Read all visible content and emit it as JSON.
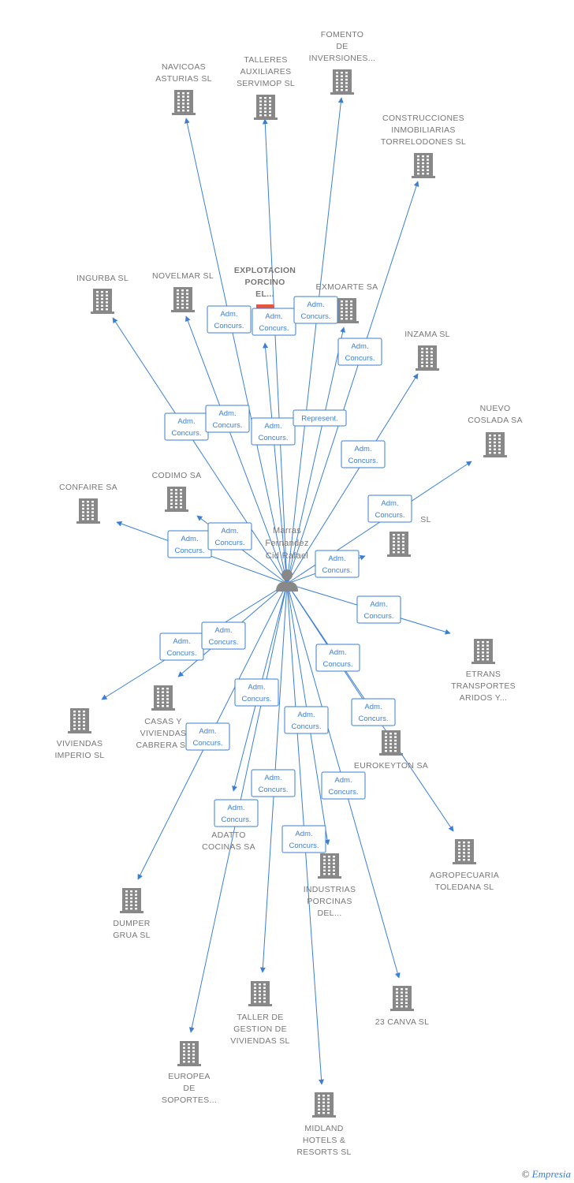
{
  "colors": {
    "edge": "#3a7fd6",
    "icon": "#888888",
    "label": "#777777",
    "highlight": "#e8543a"
  },
  "person": {
    "lines": [
      "Marras",
      "Fernandez",
      "Cid Rafael"
    ]
  },
  "companies": [
    {
      "id": "navicoas",
      "lines": [
        "NAVICOAS",
        "ASTURIAS SL"
      ]
    },
    {
      "id": "talleres",
      "lines": [
        "TALLERES",
        "AUXILIARES",
        "SERVIMOP SL"
      ]
    },
    {
      "id": "fomento",
      "lines": [
        "FOMENTO",
        "DE",
        "INVERSIONES..."
      ]
    },
    {
      "id": "construcciones",
      "lines": [
        "CONSTRUCCIONES",
        "INMOBILIARIAS",
        "TORRELODONES SL"
      ]
    },
    {
      "id": "ingurba",
      "lines": [
        "INGURBA SL"
      ]
    },
    {
      "id": "novelmar",
      "lines": [
        "NOVELMAR SL"
      ]
    },
    {
      "id": "explotacion",
      "lines": [
        "EXPLOTACION",
        "PORCINO",
        "EL..."
      ],
      "highlight": true
    },
    {
      "id": "exmoarte",
      "lines": [
        "EXMOARTE SA"
      ]
    },
    {
      "id": "inzama",
      "lines": [
        "INZAMA SL"
      ]
    },
    {
      "id": "nuevo",
      "lines": [
        "NUEVO",
        "COSLADA SA"
      ]
    },
    {
      "id": "confaire",
      "lines": [
        "CONFAIRE SA"
      ]
    },
    {
      "id": "codimo",
      "lines": [
        "CODIMO SA"
      ]
    },
    {
      "id": "hiddensl",
      "lines": [
        "SL"
      ]
    },
    {
      "id": "etrans",
      "lines": [
        "ETRANS",
        "TRANSPORTES",
        "ARIDOS Y..."
      ]
    },
    {
      "id": "viviendas",
      "lines": [
        "VIVIENDAS",
        "IMPERIO SL"
      ]
    },
    {
      "id": "casas",
      "lines": [
        "CASAS Y",
        "VIVIENDAS",
        "CABRERA SL"
      ]
    },
    {
      "id": "eurokeyton",
      "lines": [
        "EUROKEYTON SA"
      ]
    },
    {
      "id": "adatto",
      "lines": [
        "ADATTO",
        "COCINAS SA"
      ]
    },
    {
      "id": "agropecuaria",
      "lines": [
        "AGROPECUARIA",
        "TOLEDANA SL"
      ]
    },
    {
      "id": "industrias",
      "lines": [
        "INDUSTRIAS",
        "PORCINAS",
        "DEL..."
      ]
    },
    {
      "id": "dumper",
      "lines": [
        "DUMPER",
        "GRUA SL"
      ]
    },
    {
      "id": "taller",
      "lines": [
        "TALLER DE",
        "GESTION DE",
        "VIVIENDAS SL"
      ]
    },
    {
      "id": "canva",
      "lines": [
        "23 CANVA SL"
      ]
    },
    {
      "id": "europea",
      "lines": [
        "EUROPEA",
        "DE",
        "SOPORTES..."
      ]
    },
    {
      "id": "midland",
      "lines": [
        "MIDLAND",
        "HOTELS &",
        "RESORTS SL"
      ]
    }
  ],
  "edges": [
    {
      "to": "navicoas",
      "lines": [
        "Adm.",
        "Concurs."
      ]
    },
    {
      "to": "talleres",
      "lines": [
        "Adm.",
        "Concurs."
      ]
    },
    {
      "to": "fomento",
      "lines": [
        "Adm.",
        "Concurs."
      ]
    },
    {
      "to": "construcciones",
      "lines": [
        "Adm.",
        "Concurs."
      ]
    },
    {
      "to": "ingurba",
      "lines": [
        "Adm.",
        "Concurs."
      ]
    },
    {
      "to": "novelmar",
      "lines": [
        "Adm.",
        "Concurs."
      ]
    },
    {
      "to": "explotacion",
      "lines": [
        "Adm.",
        "Concurs."
      ]
    },
    {
      "to": "exmoarte",
      "lines": [
        "Represent."
      ]
    },
    {
      "to": "inzama",
      "lines": [
        "Adm.",
        "Concurs."
      ]
    },
    {
      "to": "nuevo",
      "lines": [
        "Adm.",
        "Concurs."
      ]
    },
    {
      "to": "confaire",
      "lines": [
        "Adm.",
        "Concurs."
      ]
    },
    {
      "to": "codimo",
      "lines": [
        "Adm.",
        "Concurs."
      ]
    },
    {
      "to": "hiddensl",
      "lines": [
        "Adm.",
        "Concurs."
      ]
    },
    {
      "to": "etrans",
      "lines": [
        "Adm.",
        "Concurs."
      ]
    },
    {
      "to": "viviendas",
      "lines": [
        "Adm.",
        "Concurs."
      ]
    },
    {
      "to": "casas",
      "lines": [
        "Adm.",
        "Concurs."
      ]
    },
    {
      "to": "eurokeyton",
      "lines": [
        "Adm.",
        "Concurs."
      ]
    },
    {
      "to": "adatto",
      "lines": [
        "Adm.",
        "Concurs."
      ]
    },
    {
      "to": "agropecuaria",
      "lines": [
        "Adm.",
        "Concurs."
      ]
    },
    {
      "to": "industrias",
      "lines": [
        "Adm.",
        "Concurs."
      ]
    },
    {
      "to": "dumper",
      "lines": [
        "Adm.",
        "Concurs."
      ]
    },
    {
      "to": "taller",
      "lines": [
        "Adm.",
        "Concurs."
      ]
    },
    {
      "to": "canva",
      "lines": [
        "Adm.",
        "Concurs."
      ]
    },
    {
      "to": "europea",
      "lines": [
        "Adm.",
        "Concurs."
      ]
    },
    {
      "to": "midland",
      "lines": [
        "Adm.",
        "Concurs."
      ]
    }
  ],
  "watermark": {
    "copyright": "©",
    "brand": "Empresia"
  }
}
